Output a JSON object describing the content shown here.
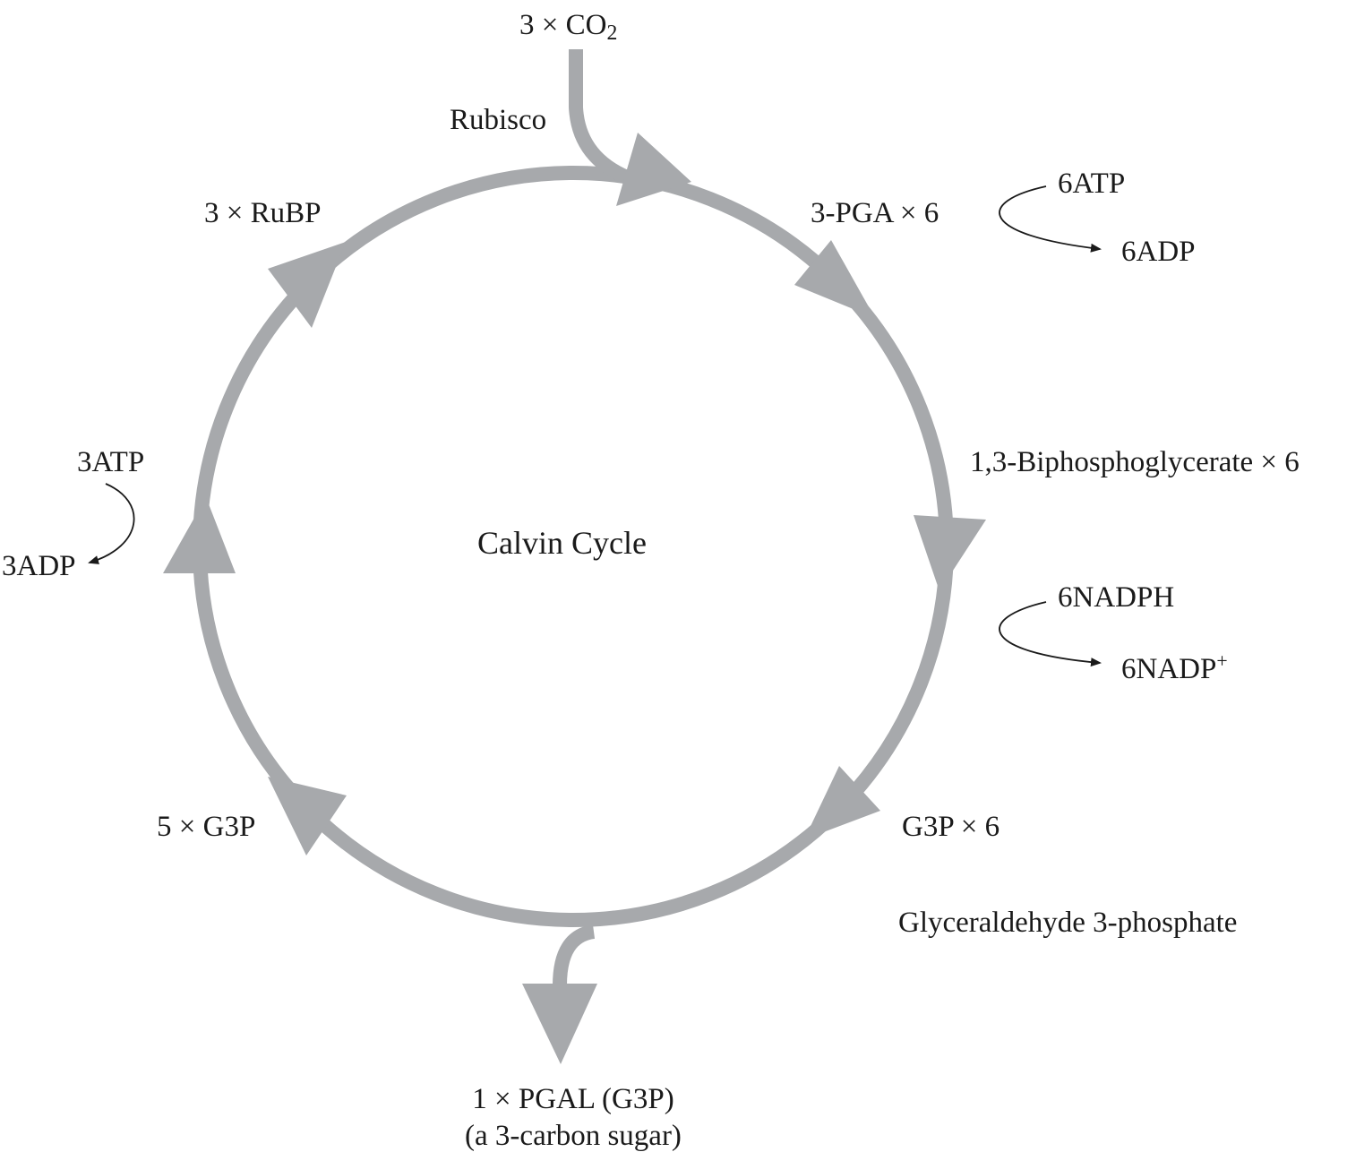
{
  "colors": {
    "cycle": "#a7a9ac",
    "text": "#1a1a1a",
    "cofactor_arrow": "#1a1a1a"
  },
  "title": "Calvin Cycle",
  "input": {
    "prefix": "3 × CO",
    "subscript": "2"
  },
  "enzyme": "Rubisco",
  "nodes": {
    "pga": "3-PGA × 6",
    "bpg": "1,3-Biphosphoglycerate × 6",
    "g3p": "G3P × 6",
    "g3p_full_name": "Glyceraldehyde 3-phosphate",
    "g3p_recycled": "5 × G3P",
    "rubp": "3 × RuBP"
  },
  "output": {
    "line1": "1 × PGAL (G3P)",
    "line2": "(a 3-carbon sugar)"
  },
  "cofactors": {
    "atp_in_right": "6ATP",
    "adp_out_right": "6ADP",
    "nadph_in": "6NADPH",
    "nadp_out": {
      "base": "6NADP",
      "superscript": "+"
    },
    "atp_in_left": "3ATP",
    "adp_out_left": "3ADP"
  }
}
